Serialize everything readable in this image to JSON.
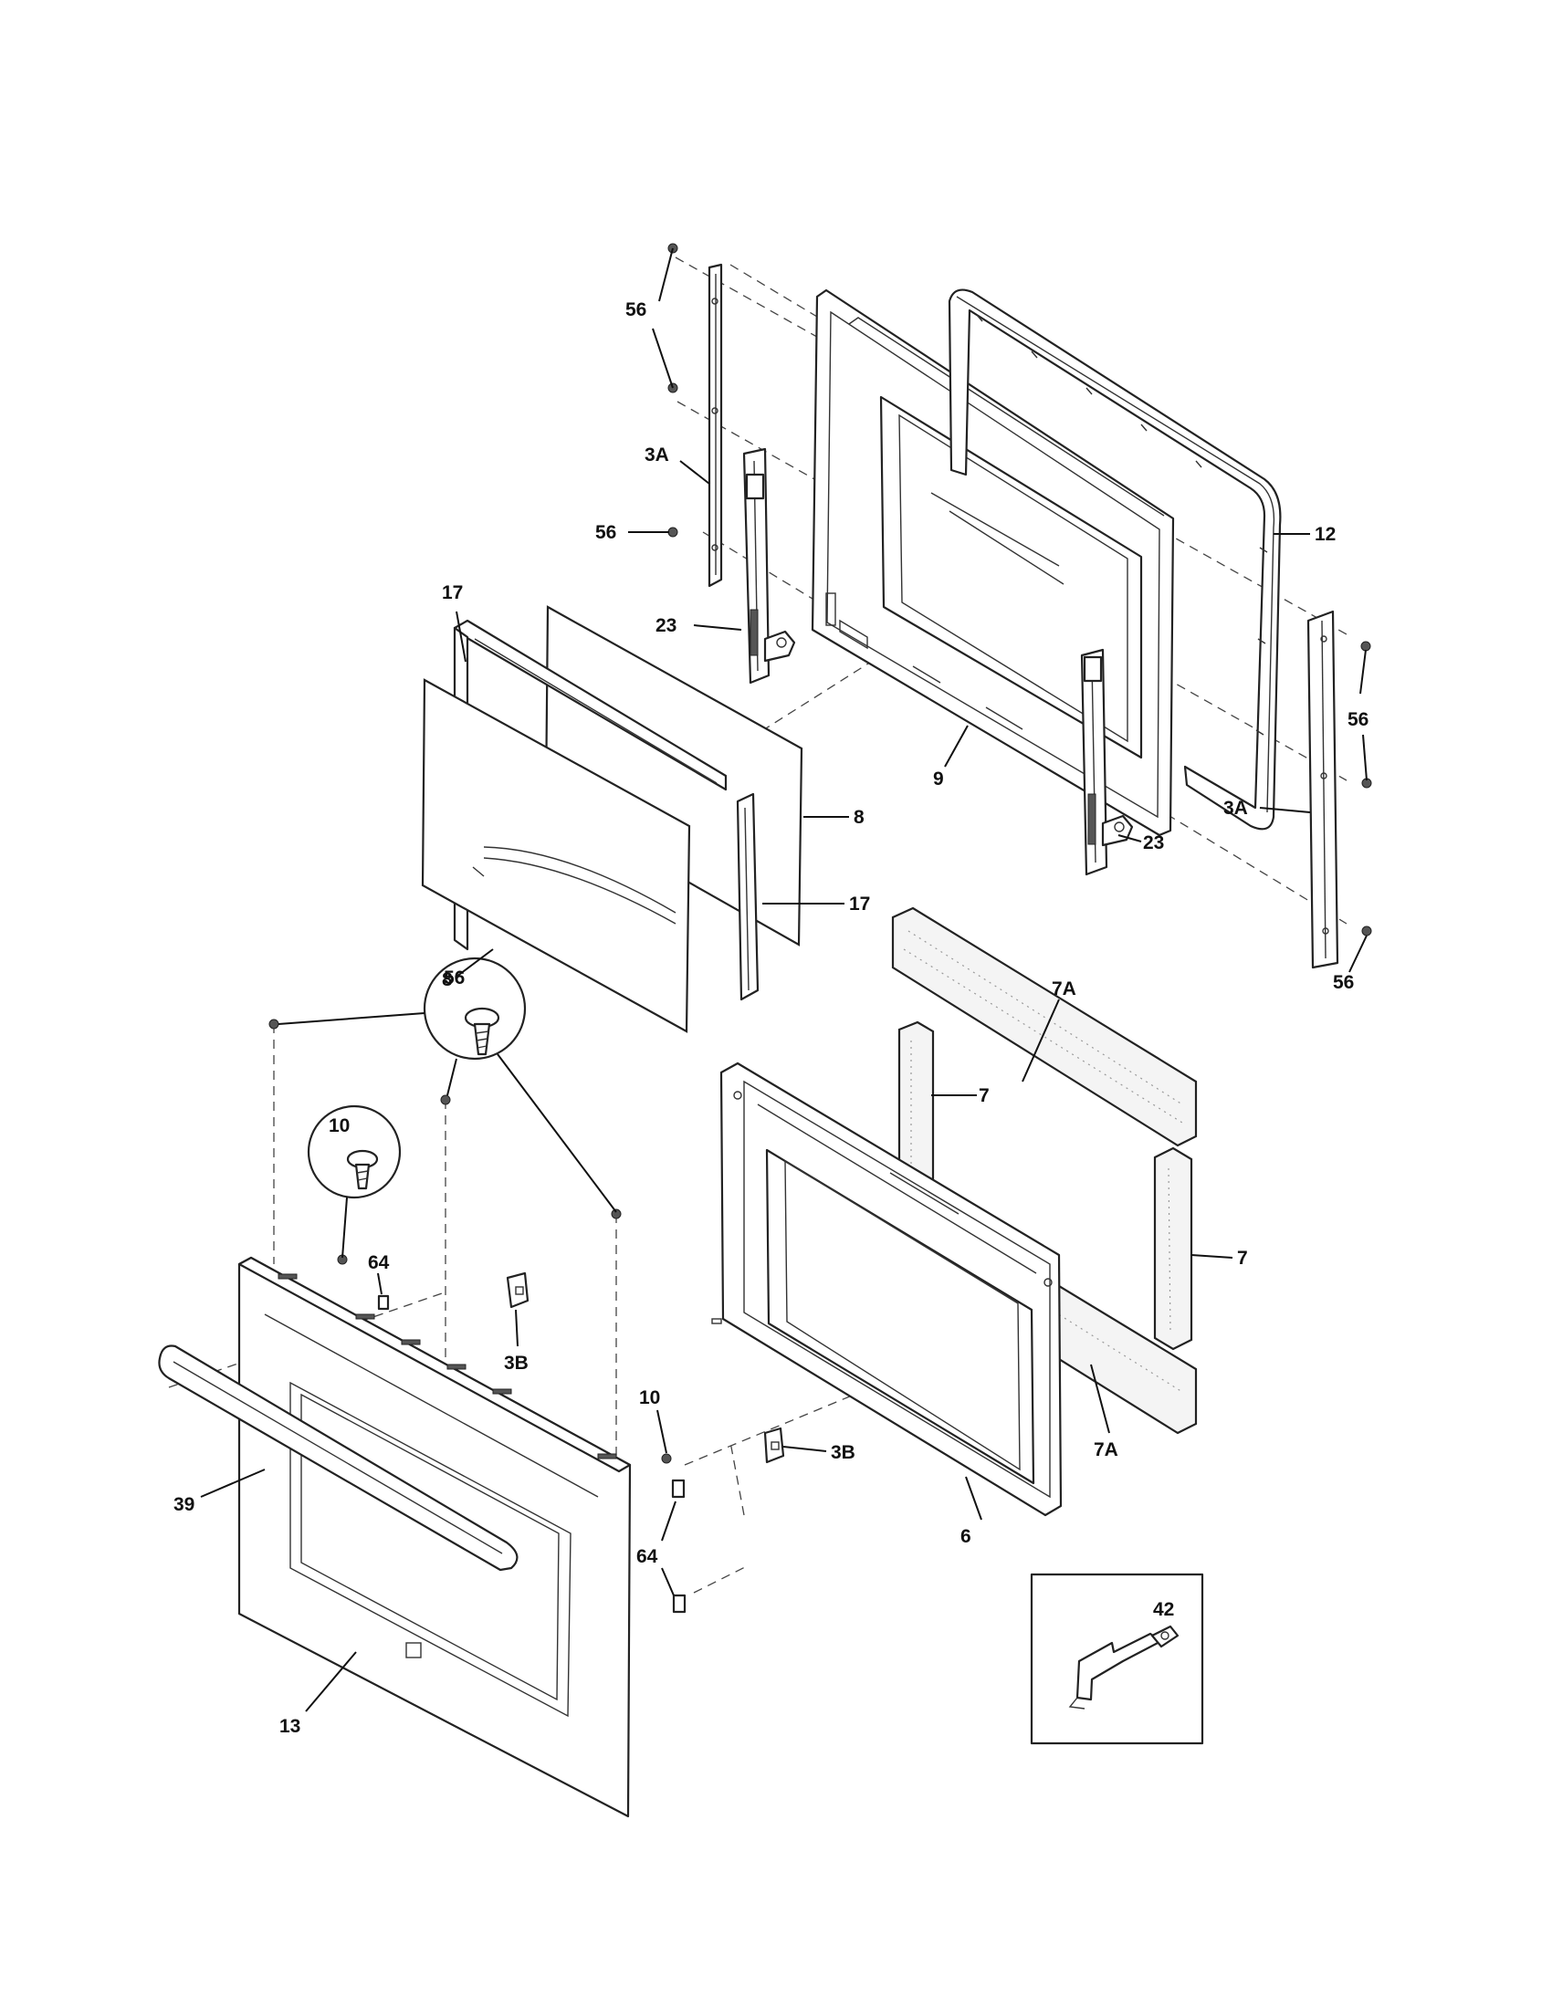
{
  "labels": {
    "screw_56_top": "56",
    "bracket_3a_left": "3A",
    "screw_56_mid": "56",
    "hinge_23_left": "23",
    "seal_12": "12",
    "glass_channel_17_top": "17",
    "door_liner_9": "9",
    "screw_56_right": "56",
    "bracket_3a_right": "3A",
    "glass_8_right": "8",
    "glass_channel_17_right": "17",
    "hinge_23_right": "23",
    "glass_8_left": "8",
    "screw_56_bottom_right": "56",
    "insulation_7a_top": "7A",
    "screw_56_callout": "56",
    "insulation_7_top": "7",
    "screw_10_callout": "10",
    "insulation_7_right": "7",
    "clip_64_top": "64",
    "cover_3b_left": "3B",
    "screw_10_right": "10",
    "cover_3b_right": "3B",
    "insulation_7a_bottom": "7A",
    "handle_39": "39",
    "frame_6": "6",
    "clip_64_bottom": "64",
    "bracket_42": "42",
    "door_panel_13": "13"
  }
}
